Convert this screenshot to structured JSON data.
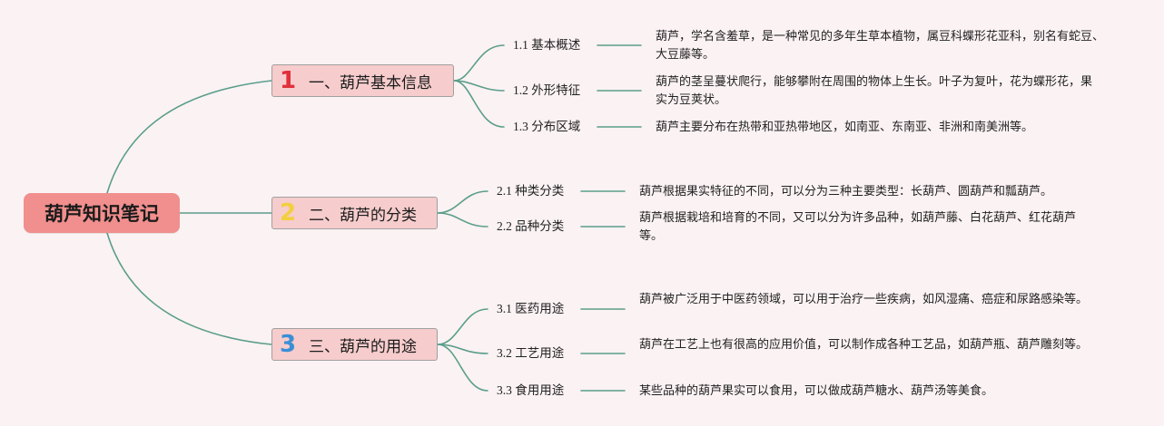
{
  "colors": {
    "link": "#5a9e8a",
    "root_fill": "#f08f8d",
    "branch_fill": "#f6cccc",
    "num1": "#e0303a",
    "num2": "#f3cf3c",
    "num3": "#3a8fd6"
  },
  "root": {
    "label": "葫芦知识笔记"
  },
  "branches": [
    {
      "number": "1",
      "label": "一、葫芦基本信息",
      "leaves": [
        {
          "label": "1.1 基本概述",
          "desc": "葫芦，学名含羞草，是一种常见的多年生草本植物，属豆科蝶形花亚科，别名有蛇豆、大豆藤等。"
        },
        {
          "label": "1.2 外形特征",
          "desc": "葫芦的茎呈蔓状爬行，能够攀附在周围的物体上生长。叶子为复叶，花为蝶形花，果实为豆荚状。"
        },
        {
          "label": "1.3 分布区域",
          "desc": "葫芦主要分布在热带和亚热带地区，如南亚、东南亚、非洲和南美洲等。"
        }
      ]
    },
    {
      "number": "2",
      "label": "二、葫芦的分类",
      "leaves": [
        {
          "label": "2.1 种类分类",
          "desc": "葫芦根据果实特征的不同，可以分为三种主要类型：长葫芦、圆葫芦和瓢葫芦。"
        },
        {
          "label": "2.2 品种分类",
          "desc": "葫芦根据栽培和培育的不同，又可以分为许多品种，如葫芦藤、白花葫芦、红花葫芦等。"
        }
      ]
    },
    {
      "number": "3",
      "label": "三、葫芦的用途",
      "leaves": [
        {
          "label": "3.1 医药用途",
          "desc": "葫芦被广泛用于中医药领域，可以用于治疗一些疾病，如风湿痛、癌症和尿路感染等。"
        },
        {
          "label": "3.2 工艺用途",
          "desc": "葫芦在工艺上也有很高的应用价值，可以制作成各种工艺品，如葫芦瓶、葫芦雕刻等。"
        },
        {
          "label": "3.3 食用用途",
          "desc": "某些品种的葫芦果实可以食用，可以做成葫芦糖水、葫芦汤等美食。"
        }
      ]
    }
  ]
}
